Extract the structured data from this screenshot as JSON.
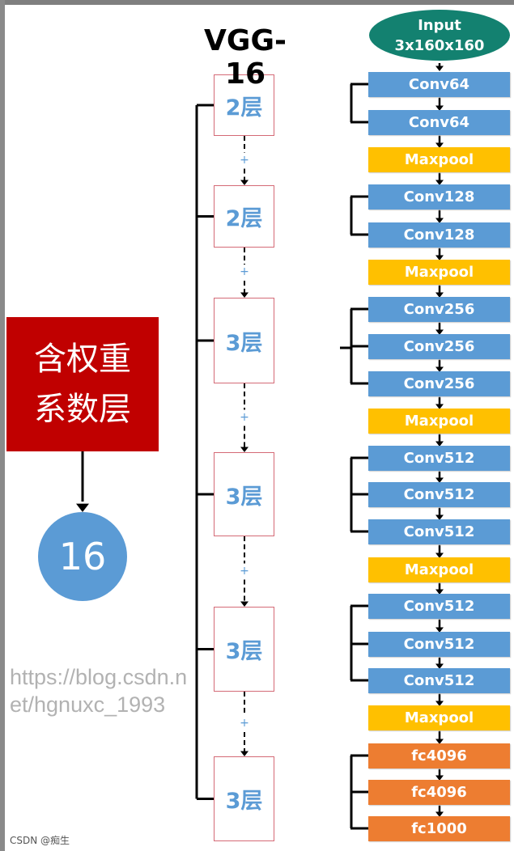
{
  "title": "VGG-16",
  "weight_box": {
    "label": "含权重系数层"
  },
  "count": "16",
  "input": {
    "line1": "Input",
    "line2": "3x160x160"
  },
  "blocks": [
    {
      "label": "2层"
    },
    {
      "label": "2层"
    },
    {
      "label": "3层"
    },
    {
      "label": "3层"
    },
    {
      "label": "3层"
    },
    {
      "label": "3层"
    }
  ],
  "plus_symbol": "+",
  "layers": [
    {
      "label": "Conv64",
      "type": "conv"
    },
    {
      "label": "Conv64",
      "type": "conv"
    },
    {
      "label": "Maxpool",
      "type": "pool"
    },
    {
      "label": "Conv128",
      "type": "conv"
    },
    {
      "label": "Conv128",
      "type": "conv"
    },
    {
      "label": "Maxpool",
      "type": "pool"
    },
    {
      "label": "Conv256",
      "type": "conv"
    },
    {
      "label": "Conv256",
      "type": "conv"
    },
    {
      "label": "Conv256",
      "type": "conv"
    },
    {
      "label": "Maxpool",
      "type": "pool"
    },
    {
      "label": "Conv512",
      "type": "conv"
    },
    {
      "label": "Conv512",
      "type": "conv"
    },
    {
      "label": "Conv512",
      "type": "conv"
    },
    {
      "label": "Maxpool",
      "type": "pool"
    },
    {
      "label": "Conv512",
      "type": "conv"
    },
    {
      "label": "Conv512",
      "type": "conv"
    },
    {
      "label": "Conv512",
      "type": "conv"
    },
    {
      "label": "Maxpool",
      "type": "pool"
    },
    {
      "label": "fc4096",
      "type": "fc"
    },
    {
      "label": "fc4096",
      "type": "fc"
    },
    {
      "label": "fc1000",
      "type": "fc"
    }
  ],
  "colors": {
    "conv": "#5b9bd5",
    "pool": "#ffc000",
    "fc": "#ed7d31",
    "weight": "#c00000",
    "input": "#138170"
  },
  "watermark": "https://blog.csdn.net/hgnuxc_1993",
  "csdn_tag": "CSDN @痴生"
}
